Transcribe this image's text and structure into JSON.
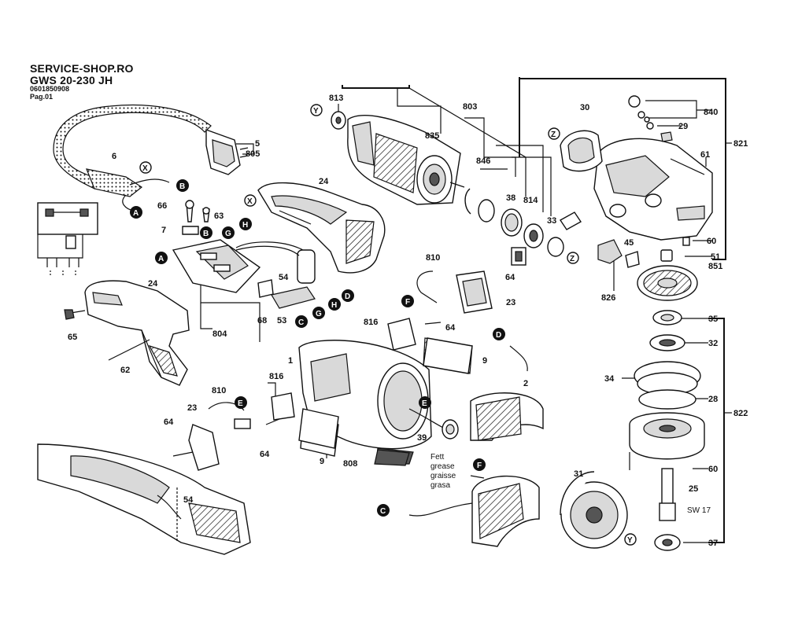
{
  "header": {
    "shop": "SERVICE-SHOP.RO",
    "model": "GWS 20-230 JH",
    "code": "0601850908",
    "page": "Pag.01"
  },
  "labels": {
    "p1": "1",
    "p2": "2",
    "p5": "5",
    "p6": "6",
    "p7": "7",
    "p9a": "9",
    "p9b": "9",
    "p23a": "23",
    "p23b": "23",
    "p24a": "24",
    "p24b": "24",
    "p25": "25",
    "p28": "28",
    "p29": "29",
    "p30": "30",
    "p31": "31",
    "p32": "32",
    "p33": "33",
    "p34": "34",
    "p35": "35",
    "p37": "37",
    "p38": "38",
    "p39": "39",
    "p45": "45",
    "p51": "51",
    "p53": "53",
    "p54a": "54",
    "p54b": "54",
    "p60a": "60",
    "p60b": "60",
    "p61": "61",
    "p62": "62",
    "p63": "63",
    "p64a": "64",
    "p64b": "64",
    "p64c": "64",
    "p64d": "64",
    "p65": "65",
    "p66": "66",
    "p68": "68",
    "p803": "803",
    "p804": "804",
    "p805": "805",
    "p808": "808",
    "p810a": "810",
    "p810b": "810",
    "p813": "813",
    "p814": "814",
    "p816a": "816",
    "p816b": "816",
    "p821": "821",
    "p822": "822",
    "p826": "826",
    "p835": "835",
    "p840": "840",
    "p846": "846",
    "p851": "851",
    "sw17": "SW 17",
    "grease1": "Fett",
    "grease2": "grease",
    "grease3": "graisse",
    "grease4": "grasa"
  },
  "markers": {
    "A": "A",
    "B": "B",
    "C": "C",
    "D": "D",
    "E": "E",
    "F": "F",
    "G": "G",
    "H": "H",
    "X": "X",
    "Y": "Y",
    "Z": "Z"
  }
}
